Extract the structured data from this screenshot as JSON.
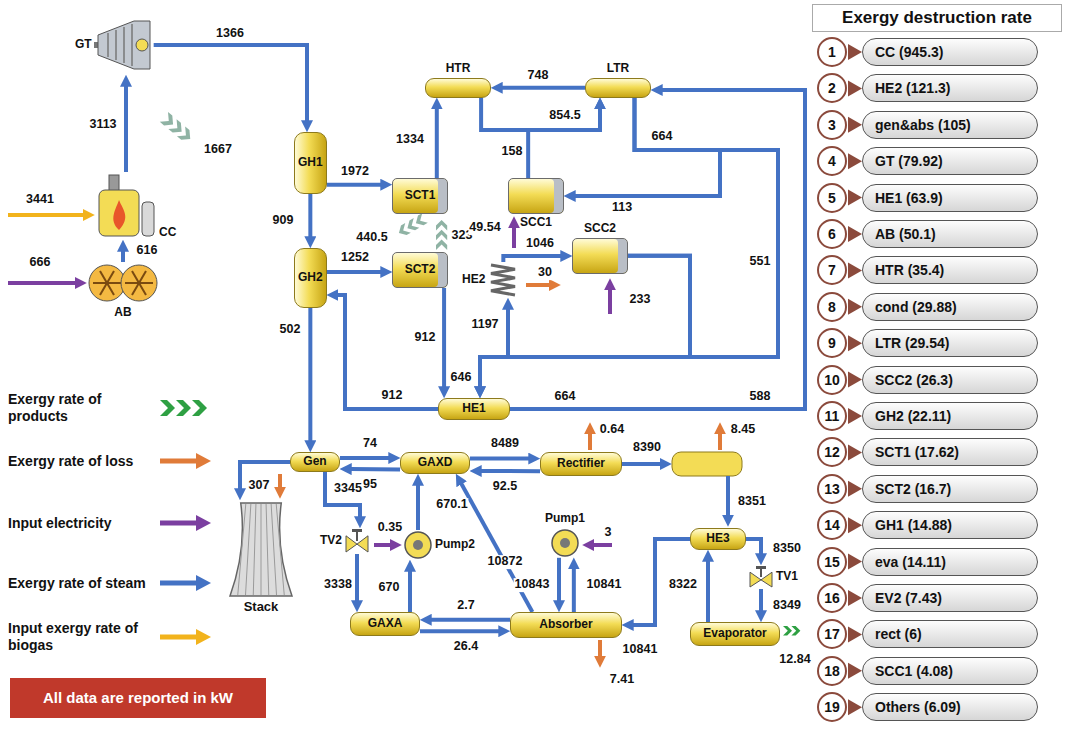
{
  "diagram": {
    "nodes": [
      {
        "text": [
          "GT"
        ]
      },
      {
        "text": [
          "CC"
        ]
      },
      {
        "text": [
          "AB"
        ]
      },
      {
        "text": [
          "GH1"
        ]
      },
      {
        "text": [
          "GH2"
        ]
      },
      {
        "text": [
          "SCT1"
        ]
      },
      {
        "text": [
          "SCT2"
        ]
      },
      {
        "text": [
          "HTR"
        ]
      },
      {
        "text": [
          "LTR"
        ]
      },
      {
        "text": [
          "SCC1"
        ]
      },
      {
        "text": [
          "SCC2"
        ]
      },
      {
        "text": [
          "HE2"
        ]
      },
      {
        "text": [
          "HE1"
        ]
      },
      {
        "text": [
          "Gen"
        ]
      },
      {
        "text": [
          "GAXD"
        ]
      },
      {
        "text": [
          "Rectifier"
        ]
      },
      {
        "text": [
          "Pump2"
        ]
      },
      {
        "text": [
          "Pump1"
        ]
      },
      {
        "text": [
          "TV2"
        ]
      },
      {
        "text": [
          "GAXA"
        ]
      },
      {
        "text": [
          "Absorber"
        ]
      },
      {
        "text": [
          "HE3"
        ]
      },
      {
        "text": [
          "TV1"
        ]
      },
      {
        "text": [
          "Evaporator"
        ]
      },
      {
        "text": [
          "Stack"
        ]
      },
      {
        "text": [
          "All data are reported in kW"
        ]
      },
      {
        "text": [
          "Exergy destruction rate"
        ]
      },
      {
        "text": [
          "1"
        ]
      },
      {
        "text": [
          "CC (945.3)"
        ]
      },
      {
        "text": [
          "2"
        ]
      },
      {
        "text": [
          "HE2 (121.3)"
        ]
      },
      {
        "text": [
          "3"
        ]
      },
      {
        "text": [
          "gen&abs (105)"
        ]
      },
      {
        "text": [
          "4"
        ]
      },
      {
        "text": [
          "GT (79.92)"
        ]
      },
      {
        "text": [
          "5"
        ]
      },
      {
        "text": [
          "HE1 (63.9)"
        ]
      },
      {
        "text": [
          "6"
        ]
      },
      {
        "text": [
          "AB (50.1)"
        ]
      },
      {
        "text": [
          "7"
        ]
      },
      {
        "text": [
          "HTR (35.4)"
        ]
      },
      {
        "text": [
          "8"
        ]
      },
      {
        "text": [
          "cond (29.88)"
        ]
      },
      {
        "text": [
          "9"
        ]
      },
      {
        "text": [
          "LTR (29.54)"
        ]
      },
      {
        "text": [
          "10"
        ]
      },
      {
        "text": [
          "SCC2 (26.3)"
        ]
      },
      {
        "text": [
          "11"
        ]
      },
      {
        "text": [
          "GH2 (22.11)"
        ]
      },
      {
        "text": [
          "12"
        ]
      },
      {
        "text": [
          "SCT1 (17.62)"
        ]
      },
      {
        "text": [
          "13"
        ]
      },
      {
        "text": [
          "SCT2 (16.7)"
        ]
      },
      {
        "text": [
          "14"
        ]
      },
      {
        "text": [
          "GH1 (14.88)"
        ]
      },
      {
        "text": [
          "15"
        ]
      },
      {
        "text": [
          "eva (14.11)"
        ]
      },
      {
        "text": [
          "16"
        ]
      },
      {
        "text": [
          "EV2 (7.43)"
        ]
      },
      {
        "text": [
          "17"
        ]
      },
      {
        "text": [
          "rect (6)"
        ]
      },
      {
        "text": [
          "18"
        ]
      },
      {
        "text": [
          "SCC1 (4.08)"
        ]
      },
      {
        "text": [
          "19"
        ]
      },
      {
        "text": [
          "Others (6.09)"
        ]
      }
    ],
    "edges": [
      {
        "from": 2,
        "to": 1,
        "arrow": "to",
        "label": "616"
      },
      {
        "from": 1,
        "to": 0,
        "arrow": "to",
        "label": "3113"
      },
      {
        "from": 0,
        "to": 3,
        "arrow": "to",
        "label": "1366"
      },
      {
        "from": 3,
        "to": 5,
        "arrow": "to",
        "label": "1972"
      },
      {
        "from": 3,
        "to": 4,
        "arrow": "to",
        "label": "909"
      },
      {
        "from": 5,
        "to": 7,
        "arrow": "to",
        "label": "1334"
      },
      {
        "from": 4,
        "to": 6,
        "arrow": "to",
        "label": "1252"
      },
      {
        "from": 4,
        "to": 13,
        "arrow": "to",
        "label": "502"
      },
      {
        "from": 6,
        "to": 12,
        "arrow": "to",
        "label": "912"
      },
      {
        "from": 12,
        "to": 4,
        "arrow": "to",
        "label": "912"
      },
      {
        "from": 7,
        "to": 8,
        "arrow": "to",
        "label": "854.5"
      },
      {
        "from": 9,
        "to": 8,
        "arrow": "to",
        "label": "158"
      },
      {
        "from": 8,
        "to": 7,
        "arrow": "to",
        "label": "748"
      },
      {
        "from": 8,
        "to": 9,
        "arrow": "to",
        "label": "113"
      },
      {
        "from": 11,
        "to": 10,
        "arrow": "to",
        "label": "1046"
      },
      {
        "from": 10,
        "to": 11,
        "arrow": "to",
        "label": "1197"
      },
      {
        "from": 10,
        "to": 12,
        "arrow": "to",
        "label": "646"
      },
      {
        "from": 8,
        "to": 12,
        "arrow": "to",
        "label": "551"
      },
      {
        "from": 12,
        "to": 8,
        "arrow": "to",
        "label": "588"
      },
      {
        "from": 13,
        "to": 24,
        "arrow": "to"
      },
      {
        "from": 13,
        "to": 14,
        "arrow": "to",
        "label": "74"
      },
      {
        "from": 14,
        "to": 13,
        "arrow": "to",
        "label": "95"
      },
      {
        "from": 14,
        "to": 15,
        "arrow": "to",
        "label": "8489"
      },
      {
        "from": 15,
        "to": 14,
        "arrow": "to",
        "label": "92.5"
      },
      {
        "from": 13,
        "to": 18,
        "arrow": "to",
        "label": "3345"
      },
      {
        "from": 18,
        "to": 19,
        "arrow": "to",
        "label": "3338"
      },
      {
        "from": 19,
        "to": 16,
        "arrow": "to",
        "label": "670"
      },
      {
        "from": 16,
        "to": 14,
        "arrow": "to",
        "label": "670.1"
      },
      {
        "from": 20,
        "to": 14,
        "arrow": "to",
        "label": "10872"
      },
      {
        "from": 20,
        "to": 19,
        "arrow": "to",
        "label": "2.7"
      },
      {
        "from": 19,
        "to": 20,
        "arrow": "to",
        "label": "26.4"
      },
      {
        "from": 17,
        "to": 20,
        "arrow": "to",
        "label": "10843"
      },
      {
        "from": 20,
        "to": 17,
        "arrow": "to",
        "label": "10841"
      },
      {
        "from": 21,
        "to": 20,
        "arrow": "to",
        "label": "10841"
      },
      {
        "from": 21,
        "to": 22,
        "arrow": "to",
        "label": "8350"
      },
      {
        "from": 22,
        "to": 23,
        "arrow": "to",
        "label": "8349"
      },
      {
        "from": 23,
        "to": 21,
        "arrow": "to",
        "label": "8322"
      }
    ],
    "labels": [
      "1667",
      "440.5",
      "323",
      "49.54",
      "30",
      "233",
      "664",
      "664",
      "3441",
      "666",
      "307",
      "0.64",
      "8.45",
      "8390",
      "8351",
      "0.35",
      "3",
      "7.41",
      "12.84"
    ],
    "legend": [
      {
        "text": "Exergy rate of products"
      },
      {
        "text": "Exergy rate of loss"
      },
      {
        "text": "Input electricity"
      },
      {
        "text": "Exergy rate of steam"
      },
      {
        "text": "Input exergy rate of biogas"
      }
    ]
  }
}
